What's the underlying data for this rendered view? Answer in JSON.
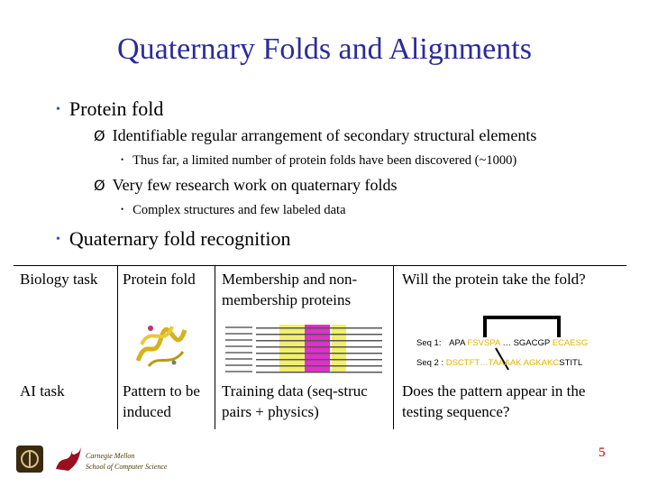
{
  "title": "Quaternary Folds and Alignments",
  "bullets": {
    "b1": "Protein fold",
    "b1_sub1": "Identifiable regular arrangement of secondary structural elements",
    "b1_sub1_detail": "Thus far, a limited number of protein folds have been discovered (~1000)",
    "b1_sub2": "Very few research work on quaternary folds",
    "b1_sub2_detail": "Complex structures and few labeled data",
    "b2": "Quaternary fold recognition"
  },
  "symbols": {
    "bullet": "•",
    "arrow": "Ø",
    "small_bullet": "•"
  },
  "table": {
    "row1": {
      "label": "Biology task",
      "col1": "Protein fold",
      "col2": "Membership and non-membership proteins",
      "col3": "Will the protein take the fold?"
    },
    "row2": {
      "label": "AI task",
      "col1": "Pattern to be induced",
      "col2": "Training data (seq-struc pairs + physics)",
      "col3": "Does the pattern appear in the testing sequence?"
    }
  },
  "sequences": {
    "seq1_label": "Seq 1:",
    "seq1_a": "APA",
    "seq1_b": "FSVSPA",
    "seq1_c": "… SGACGP",
    "seq1_d": "ECAESG",
    "seq2_label": "Seq 2 :",
    "seq2_a": "DSCTFT",
    "seq2_b": "…TAAAAK",
    "seq2_c": "AGKAKC",
    "seq2_d": "STITL"
  },
  "footer": {
    "institution_line1": "Carnegie Mellon",
    "institution_line2": "School of Computer Science",
    "page_number": "5"
  },
  "colors": {
    "title": "#2b2b9a",
    "bullet": "#2f4fb7",
    "highlight": "#e0b400",
    "page_number": "#c00000"
  }
}
